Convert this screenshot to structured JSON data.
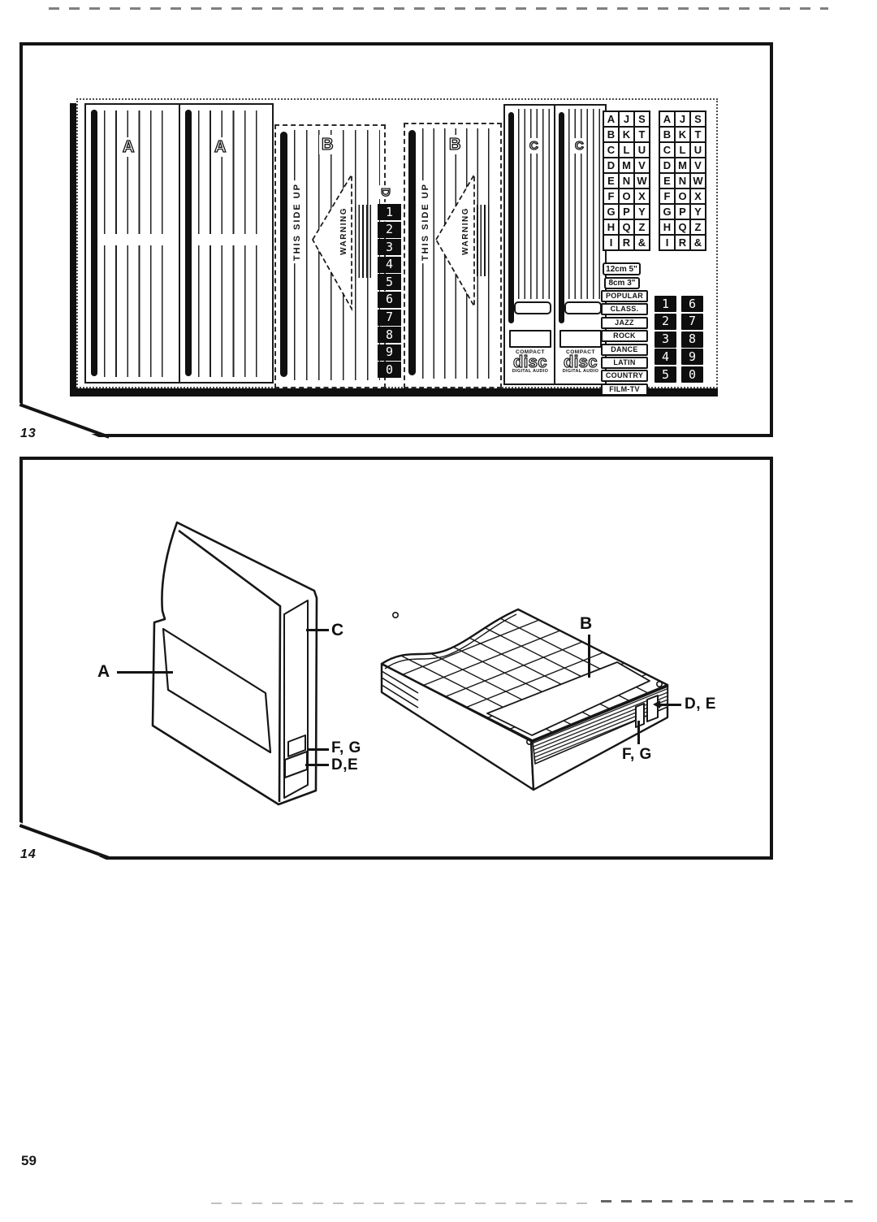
{
  "page": {
    "number": "59"
  },
  "figure13": {
    "tag": "13",
    "letters": {
      "a": "A",
      "b": "B",
      "c": "C",
      "d": "D"
    },
    "this_side_up": "THIS SIDE UP",
    "warning": "WARNING",
    "d_strip_numbers": [
      "1",
      "2",
      "3",
      "4",
      "5",
      "6",
      "7",
      "8",
      "9",
      "0"
    ],
    "letter_grid_rows": [
      [
        "A",
        "J",
        "S"
      ],
      [
        "B",
        "K",
        "T"
      ],
      [
        "C",
        "L",
        "U"
      ],
      [
        "D",
        "M",
        "V"
      ],
      [
        "E",
        "N",
        "W"
      ],
      [
        "F",
        "O",
        "X"
      ],
      [
        "G",
        "P",
        "Y"
      ],
      [
        "H",
        "Q",
        "Z"
      ],
      [
        "I",
        "R",
        "&"
      ]
    ],
    "size_labels": [
      "12cm 5\"",
      "8cm 3\""
    ],
    "genres": [
      "POPULAR",
      "CLASS.",
      "JAZZ",
      "ROCK",
      "DANCE",
      "LATIN",
      "COUNTRY",
      "FILM-TV"
    ],
    "number_tile_rows": [
      [
        "1",
        "6"
      ],
      [
        "2",
        "7"
      ],
      [
        "3",
        "8"
      ],
      [
        "4",
        "9"
      ],
      [
        "5",
        "0"
      ]
    ],
    "cd_logo": {
      "top": "COMPACT",
      "main": "disc",
      "bottom": "DIGITAL AUDIO"
    }
  },
  "figure14": {
    "tag": "14",
    "left_callouts": {
      "a": "A",
      "c": "C",
      "fg": "F, G",
      "de": "D,E"
    },
    "right_callouts": {
      "b": "B",
      "de": "D, E",
      "fg": "F, G"
    }
  }
}
